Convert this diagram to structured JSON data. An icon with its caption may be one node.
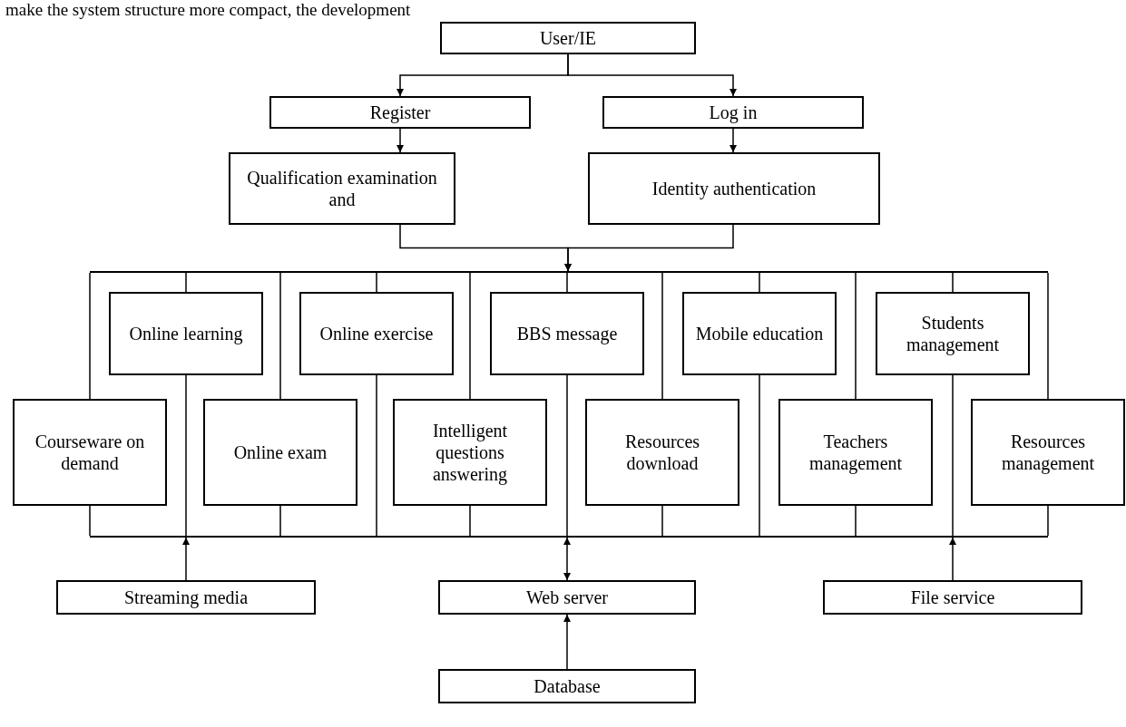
{
  "diagram": {
    "nodes": [
      {
        "text": [
          "User/IE"
        ]
      },
      {
        "text": [
          "Register"
        ]
      },
      {
        "text": [
          "Log in"
        ]
      },
      {
        "text": [
          "Qualification examination and"
        ]
      },
      {
        "text": [
          "Identity authentication"
        ]
      },
      {
        "text": [],
        "shape": "bar"
      },
      {
        "text": [
          "Online learning"
        ]
      },
      {
        "text": [
          "Online exercise"
        ]
      },
      {
        "text": [
          "BBS message"
        ]
      },
      {
        "text": [
          "Mobile education"
        ]
      },
      {
        "text": [
          "Students management"
        ]
      },
      {
        "text": [
          "Courseware on demand"
        ]
      },
      {
        "text": [
          "Online exam"
        ]
      },
      {
        "text": [
          "Intelligent questions answering"
        ]
      },
      {
        "text": [
          "Resources download"
        ]
      },
      {
        "text": [
          "Teachers management"
        ]
      },
      {
        "text": [
          "Resources management"
        ]
      },
      {
        "text": [],
        "shape": "bar"
      },
      {
        "text": [
          "Streaming media"
        ]
      },
      {
        "text": [
          "Web server"
        ]
      },
      {
        "text": [
          "File service"
        ]
      },
      {
        "text": [
          "Database"
        ]
      }
    ],
    "edges": [
      {
        "from": 0,
        "to": 1,
        "arrow": "to"
      },
      {
        "from": 0,
        "to": 2,
        "arrow": "to"
      },
      {
        "from": 1,
        "to": 3,
        "arrow": "to"
      },
      {
        "from": 2,
        "to": 4,
        "arrow": "to"
      },
      {
        "from": 3,
        "to": 5,
        "arrow": "to"
      },
      {
        "from": 4,
        "to": 5,
        "arrow": "to"
      },
      {
        "from": 5,
        "to": 6,
        "arrow": "none"
      },
      {
        "from": 5,
        "to": 7,
        "arrow": "none"
      },
      {
        "from": 5,
        "to": 8,
        "arrow": "none"
      },
      {
        "from": 5,
        "to": 9,
        "arrow": "none"
      },
      {
        "from": 5,
        "to": 10,
        "arrow": "none"
      },
      {
        "from": 5,
        "to": 11,
        "arrow": "none"
      },
      {
        "from": 5,
        "to": 12,
        "arrow": "none"
      },
      {
        "from": 5,
        "to": 13,
        "arrow": "none"
      },
      {
        "from": 5,
        "to": 14,
        "arrow": "none"
      },
      {
        "from": 5,
        "to": 15,
        "arrow": "none"
      },
      {
        "from": 5,
        "to": 16,
        "arrow": "none"
      },
      {
        "from": 17,
        "to": 6,
        "arrow": "none"
      },
      {
        "from": 17,
        "to": 7,
        "arrow": "none"
      },
      {
        "from": 17,
        "to": 8,
        "arrow": "none"
      },
      {
        "from": 17,
        "to": 9,
        "arrow": "none"
      },
      {
        "from": 17,
        "to": 10,
        "arrow": "none"
      },
      {
        "from": 17,
        "to": 11,
        "arrow": "none"
      },
      {
        "from": 17,
        "to": 12,
        "arrow": "none"
      },
      {
        "from": 17,
        "to": 13,
        "arrow": "none"
      },
      {
        "from": 17,
        "to": 14,
        "arrow": "none"
      },
      {
        "from": 17,
        "to": 15,
        "arrow": "none"
      },
      {
        "from": 17,
        "to": 16,
        "arrow": "none"
      },
      {
        "from": 18,
        "to": 17,
        "arrow": "to"
      },
      {
        "from": 19,
        "to": 17,
        "arrow": "both"
      },
      {
        "from": 20,
        "to": 17,
        "arrow": "to"
      },
      {
        "from": 21,
        "to": 19,
        "arrow": "to"
      }
    ],
    "labels": [
      "make the system structure more compact, the development"
    ]
  }
}
